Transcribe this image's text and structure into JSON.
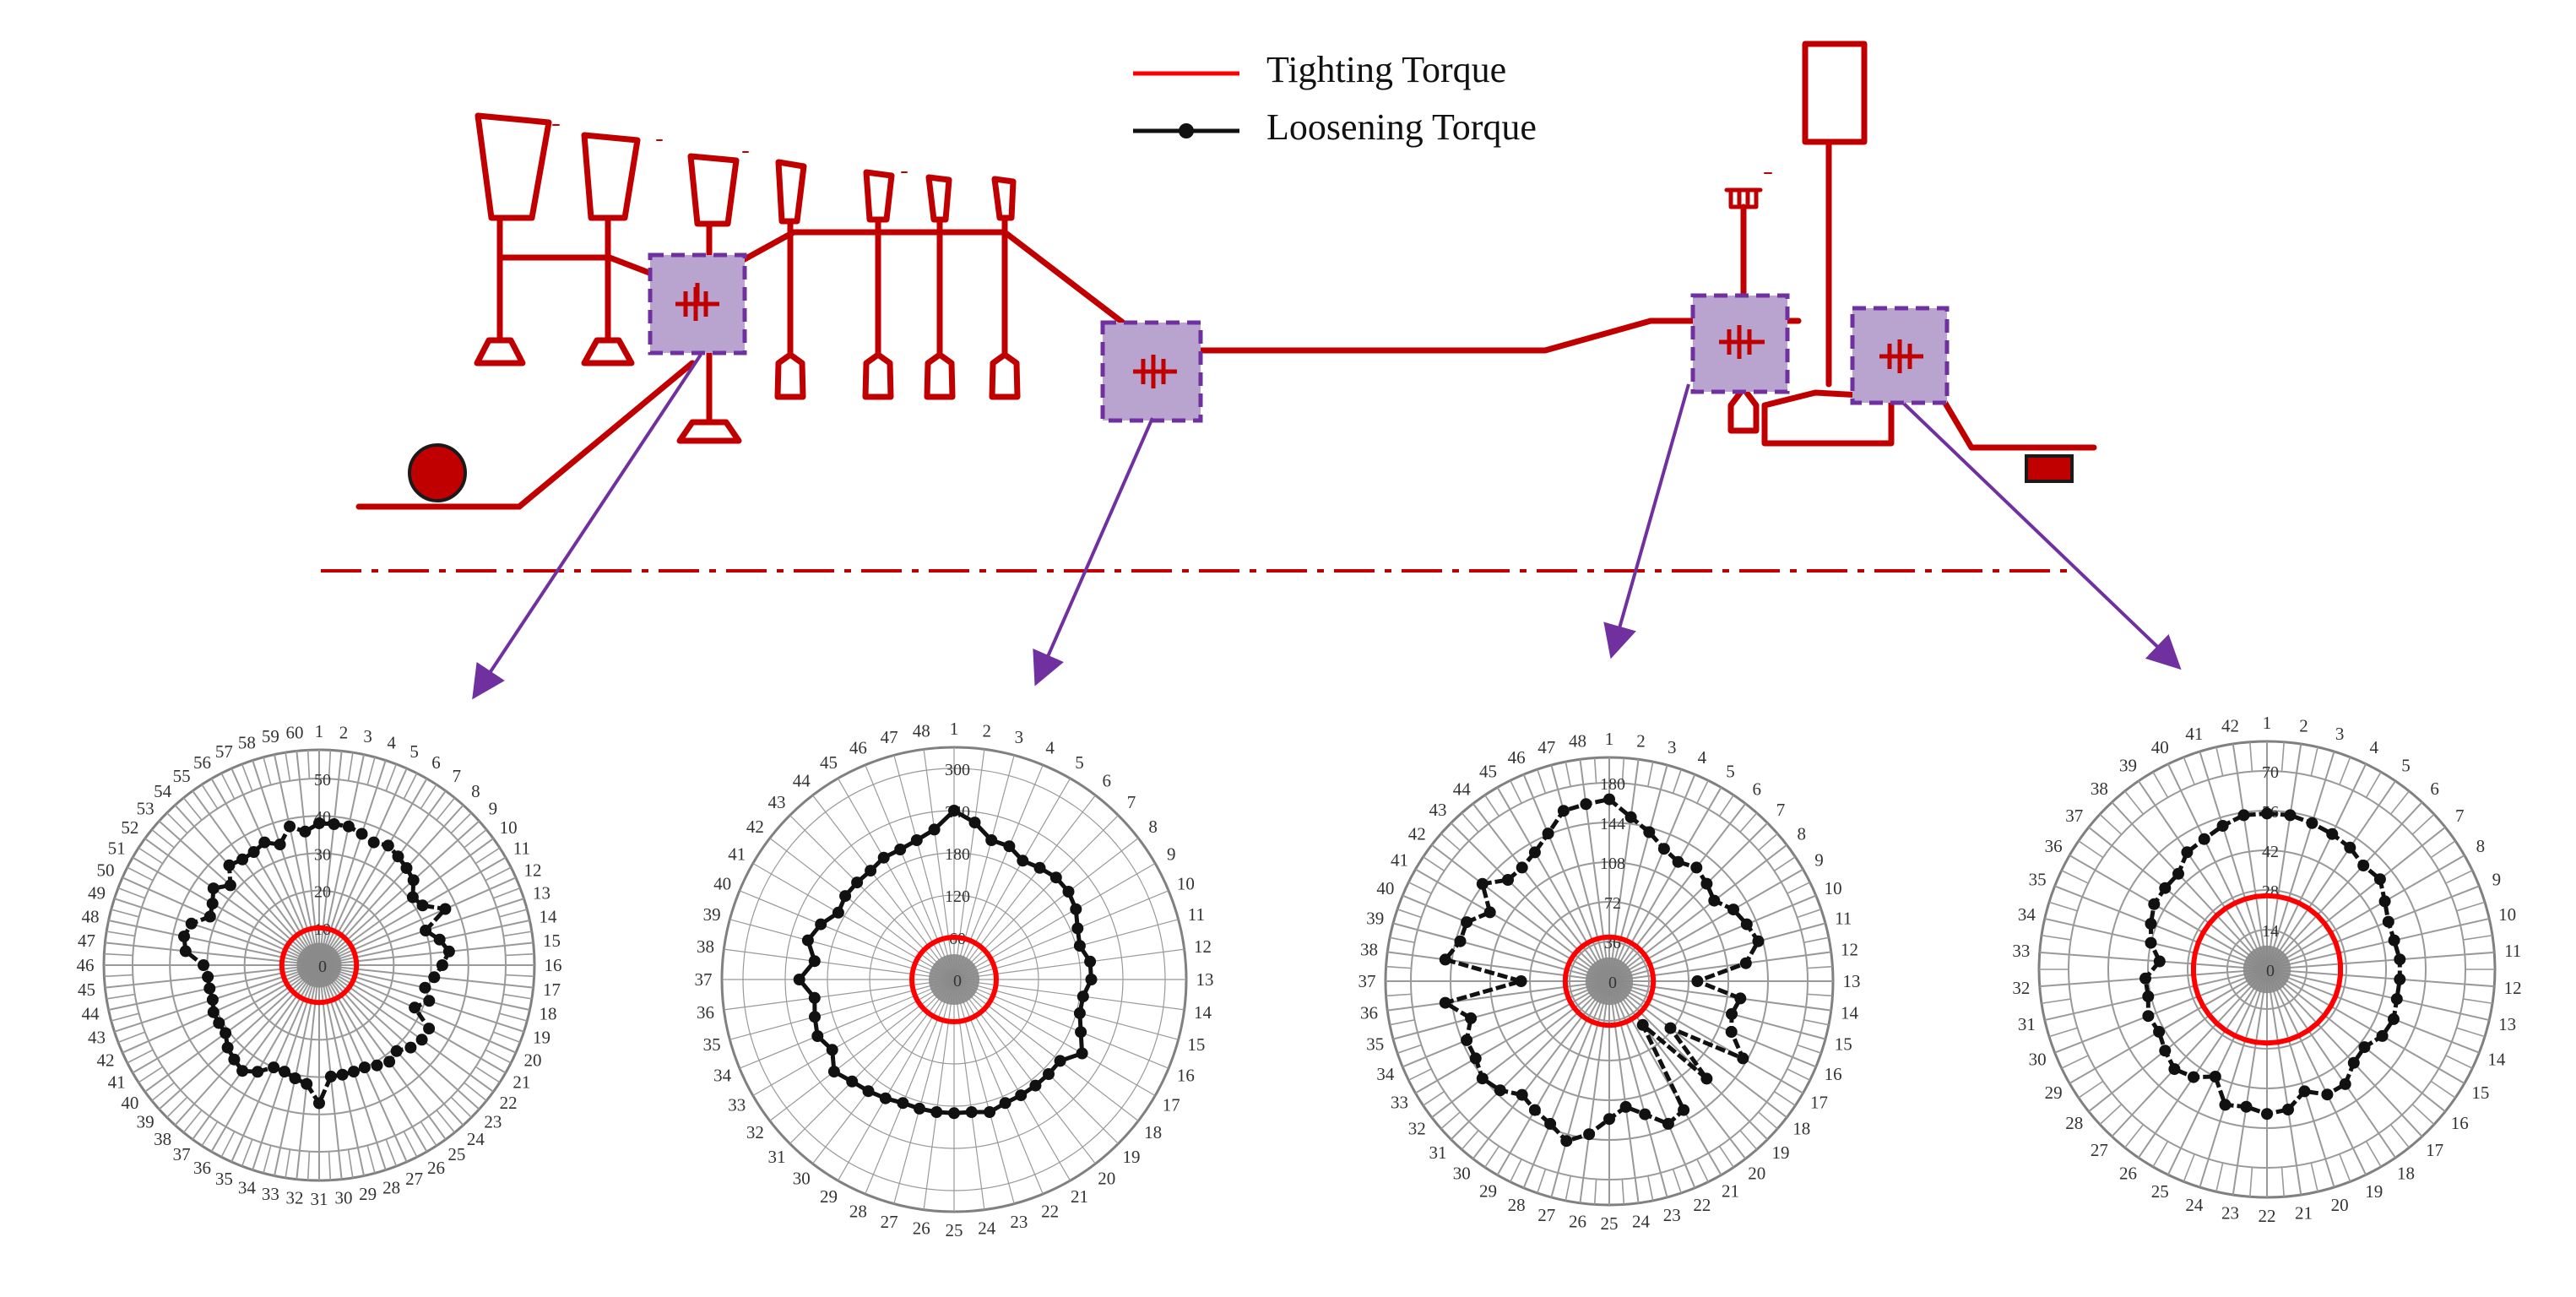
{
  "legend": {
    "tightening_label": "Tighting Torque",
    "loosening_label": "Loosening Torque"
  },
  "colors": {
    "structure": "#c00000",
    "structure_fill": "#ffffff",
    "dark_red_marker": "#8e0000",
    "highlight_fill": "#b9a3cf",
    "highlight_border": "#7030a0",
    "arrow": "#7030a0",
    "tightening": "#ff0000",
    "loosening": "#111111",
    "radar_outer": "#808080",
    "radar_grid": "#999999",
    "radar_center": "#888888"
  },
  "chart_data": [
    {
      "type": "radar",
      "position": "first",
      "categories": [
        "1",
        "2",
        "3",
        "4",
        "5",
        "6",
        "7",
        "8",
        "9",
        "10",
        "11",
        "12",
        "13",
        "14",
        "15",
        "16",
        "17",
        "18",
        "19",
        "20",
        "21",
        "22",
        "23",
        "24",
        "25",
        "26",
        "27",
        "28",
        "29",
        "30",
        "31",
        "32",
        "33",
        "34",
        "35",
        "36",
        "37",
        "38",
        "39",
        "40",
        "41",
        "42",
        "43",
        "44",
        "45",
        "46",
        "47",
        "48",
        "49",
        "50",
        "51",
        "52",
        "53",
        "54",
        "55",
        "56",
        "57",
        "58",
        "59",
        "60"
      ],
      "rlim": [
        0,
        50
      ],
      "ring_ticks": [
        "0",
        "10",
        "20",
        "30",
        "40",
        "50"
      ],
      "series": [
        {
          "name": "Tighting Torque",
          "values": [
            10,
            10,
            10,
            10,
            10,
            10,
            10,
            10,
            10,
            10,
            10,
            10,
            10,
            10,
            10,
            10,
            10,
            10,
            10,
            10,
            10,
            10,
            10,
            10,
            10,
            10,
            10,
            10,
            10,
            10,
            10,
            10,
            10,
            10,
            10,
            10,
            10,
            10,
            10,
            10,
            10,
            10,
            10,
            10,
            10,
            10,
            10,
            10,
            10,
            10,
            10,
            10,
            10,
            10,
            10,
            10,
            10,
            10,
            10,
            10
          ]
        },
        {
          "name": "Loosening Torque",
          "values": [
            38,
            38,
            38,
            37,
            36,
            37,
            36,
            35,
            34,
            31,
            32,
            37,
            30,
            33,
            35,
            33,
            31,
            29,
            31,
            28,
            34,
            34,
            33,
            31,
            32,
            31,
            30,
            30,
            30,
            30,
            37,
            32,
            31,
            30,
            30,
            33,
            35,
            34,
            33,
            31,
            31,
            31,
            30,
            30,
            30,
            31,
            36,
            37,
            36,
            32,
            33,
            35,
            32,
            36,
            35,
            35,
            36,
            34,
            38,
            36
          ]
        }
      ]
    },
    {
      "type": "radar",
      "position": "second",
      "categories": [
        "1",
        "2",
        "3",
        "4",
        "5",
        "6",
        "7",
        "8",
        "9",
        "10",
        "11",
        "12",
        "13",
        "14",
        "15",
        "16",
        "17",
        "18",
        "19",
        "20",
        "21",
        "22",
        "23",
        "24",
        "25",
        "26",
        "27",
        "28",
        "29",
        "30",
        "31",
        "32",
        "33",
        "34",
        "35",
        "36",
        "37",
        "38",
        "39",
        "40",
        "41",
        "42",
        "43",
        "44",
        "45",
        "46",
        "47",
        "48"
      ],
      "rlim": [
        0,
        300
      ],
      "ring_ticks": [
        "0",
        "60",
        "120",
        "180",
        "240",
        "300"
      ],
      "series": [
        {
          "name": "Tighting Torque",
          "values": [
            60,
            60,
            60,
            60,
            60,
            60,
            60,
            60,
            60,
            60,
            60,
            60,
            60,
            60,
            60,
            60,
            60,
            60,
            60,
            60,
            60,
            60,
            60,
            60,
            60,
            60,
            60,
            60,
            60,
            60,
            60,
            60,
            60,
            60,
            60,
            60,
            60,
            60,
            60,
            60,
            60,
            60,
            60,
            60,
            60,
            60,
            60,
            60
          ]
        },
        {
          "name": "Loosening Torque",
          "values": [
            240,
            225,
            205,
            205,
            195,
            200,
            205,
            205,
            200,
            190,
            185,
            195,
            195,
            185,
            185,
            195,
            210,
            190,
            190,
            190,
            190,
            190,
            195,
            190,
            190,
            190,
            190,
            190,
            195,
            200,
            205,
            215,
            200,
            210,
            205,
            200,
            220,
            200,
            215,
            205,
            190,
            195,
            195,
            195,
            200,
            200,
            205,
            215
          ]
        }
      ]
    },
    {
      "type": "radar",
      "position": "third",
      "categories": [
        "1",
        "2",
        "3",
        "4",
        "5",
        "6",
        "7",
        "8",
        "9",
        "10",
        "11",
        "12",
        "13",
        "14",
        "15",
        "16",
        "17",
        "18",
        "19",
        "20",
        "21",
        "22",
        "23",
        "24",
        "25",
        "26",
        "27",
        "28",
        "29",
        "30",
        "31",
        "32",
        "33",
        "34",
        "35",
        "36",
        "37",
        "38",
        "39",
        "40",
        "41",
        "42",
        "43",
        "44",
        "45",
        "46",
        "47",
        "48"
      ],
      "rlim": [
        0,
        180
      ],
      "ring_ticks": [
        "0",
        "36",
        "72",
        "108",
        "144",
        "180"
      ],
      "series": [
        {
          "name": "Tighting Torque",
          "values": [
            40,
            40,
            40,
            40,
            40,
            40,
            40,
            40,
            40,
            40,
            40,
            40,
            40,
            40,
            40,
            40,
            40,
            40,
            40,
            40,
            40,
            40,
            40,
            40,
            40,
            40,
            40,
            40,
            40,
            40,
            40,
            40,
            40,
            40,
            40,
            40,
            40,
            40,
            40,
            40,
            40,
            40,
            40,
            40,
            40,
            40,
            40,
            40
          ]
        },
        {
          "name": "Loosening Torque",
          "values": [
            165,
            150,
            140,
            130,
            125,
            130,
            125,
            120,
            130,
            135,
            140,
            125,
            80,
            120,
            115,
            120,
            140,
            70,
            125,
            50,
            135,
            140,
            125,
            115,
            125,
            140,
            150,
            140,
            135,
            130,
            140,
            145,
            140,
            140,
            130,
            150,
            80,
            150,
            140,
            140,
            125,
            145,
            130,
            130,
            135,
            145,
            160,
            162
          ]
        }
      ]
    },
    {
      "type": "radar",
      "position": "fourth",
      "categories": [
        "1",
        "2",
        "3",
        "4",
        "5",
        "6",
        "7",
        "8",
        "9",
        "10",
        "11",
        "12",
        "13",
        "14",
        "15",
        "16",
        "17",
        "18",
        "19",
        "20",
        "21",
        "22",
        "23",
        "24",
        "25",
        "26",
        "27",
        "28",
        "29",
        "30",
        "31",
        "32",
        "33",
        "34",
        "35",
        "36",
        "37",
        "38",
        "39",
        "40",
        "41",
        "42"
      ],
      "rlim": [
        0,
        70
      ],
      "ring_ticks": [
        "0",
        "14",
        "28",
        "42",
        "56",
        "70"
      ],
      "series": [
        {
          "name": "Tighting Torque",
          "values": [
            26,
            26,
            26,
            26,
            26,
            26,
            26,
            26,
            26,
            26,
            26,
            26,
            26,
            26,
            26,
            26,
            26,
            26,
            26,
            26,
            26,
            26,
            26,
            26,
            26,
            26,
            26,
            26,
            26,
            26,
            26,
            26,
            26,
            26,
            26,
            26,
            26,
            26,
            26,
            26,
            26,
            26
          ]
        },
        {
          "name": "Loosening Torque",
          "values": [
            55,
            55,
            54,
            53,
            52,
            50,
            51,
            48,
            46,
            46,
            47,
            47,
            47,
            48,
            47,
            44,
            45,
            49,
            49,
            45,
            50,
            51,
            49,
            50,
            42,
            46,
            48,
            46,
            44,
            45,
            43,
            43,
            38,
            42,
            44,
            46,
            46,
            46,
            50,
            51,
            53,
            55
          ]
        }
      ]
    }
  ]
}
